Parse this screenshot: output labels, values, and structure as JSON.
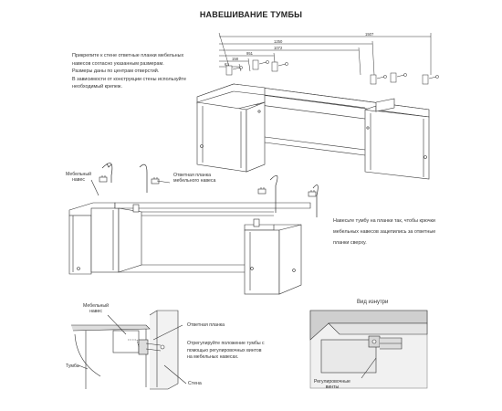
{
  "title": "НАВЕШИВАНИЕ ТУМБЫ",
  "intro_lines": [
    "Прикрепите к стене ответные планки мебельных",
    "навесов согласно указанным размерам.",
    "Размеры даны по центрам отверстий.",
    "В зависимости от конструкции стены используйте",
    "необходимый крепеж."
  ],
  "dimensions": [
    "1507",
    "1250",
    "1072",
    "951",
    "158",
    "63"
  ],
  "labels": {
    "hinge": [
      "Мебельный",
      "навес"
    ],
    "plate": [
      "Ответная планка",
      "мебельного навеса"
    ]
  },
  "hang_lines": [
    "Навесьте тумбу на планки так, чтобы крючки",
    "мебельных навесов зацепились за ответные",
    "планки сверху."
  ],
  "detail": {
    "hinge": [
      "Мебельный",
      "навес"
    ],
    "plate": "Ответная планка",
    "cabinet": "Тумба",
    "wall": "Стена",
    "adjust_lines": [
      "Отрегулируйте положение тумбы с",
      "помощью регулировочных  винтов",
      "на мебельных навесах."
    ]
  },
  "inside": {
    "title": "Вид изнутри",
    "screws": [
      "Регулировочные",
      "винты"
    ]
  }
}
